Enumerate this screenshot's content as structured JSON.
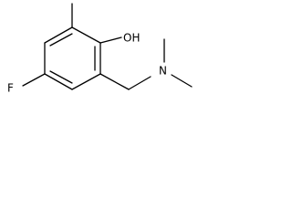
{
  "structure": {
    "atoms": {
      "hydroxyl": "OH",
      "fluorine": "F",
      "nitrogen": "N"
    }
  }
}
